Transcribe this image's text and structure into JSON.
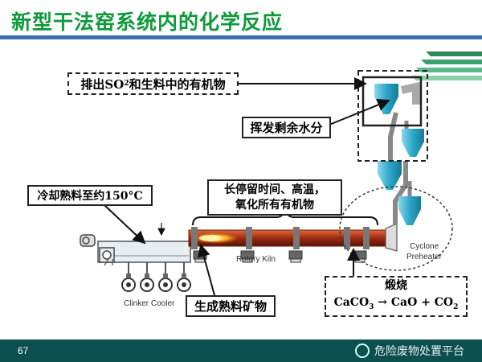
{
  "title": "新型干法窑系统内的化学反应",
  "page_number": "67",
  "watermark": "危险废物处置平台",
  "labels": {
    "so2_prefix": "排出SO",
    "so2_sub": "2",
    "so2_suffix": "和生料中的有机物",
    "water": "挥发剩余水分",
    "cooling": "冷却熟料至约150°C",
    "long_stay_1": "长停留时间、高温，",
    "long_stay_2": "氧化所有有机物",
    "clinker_mineral": "生成熟料矿物",
    "calcine_title": "煅烧",
    "calcine_eq_a": "CaCO",
    "calcine_eq_a_sub": "3",
    "calcine_eq_arrow": "→",
    "calcine_eq_b": "CaO + CO",
    "calcine_eq_b_sub": "2",
    "rotary_kiln": "Rotary Kiln",
    "clinker_cooler": "Clinker Cooler",
    "cyclone_1": "Cyclone",
    "cyclone_2": "Preheater"
  },
  "colors": {
    "title_green": "#0e9a3a",
    "kiln_red": "#b03a1a",
    "flame": "#ff9a1a",
    "cyclone": "#2aa7c9",
    "footer": "#0b4f4f"
  }
}
